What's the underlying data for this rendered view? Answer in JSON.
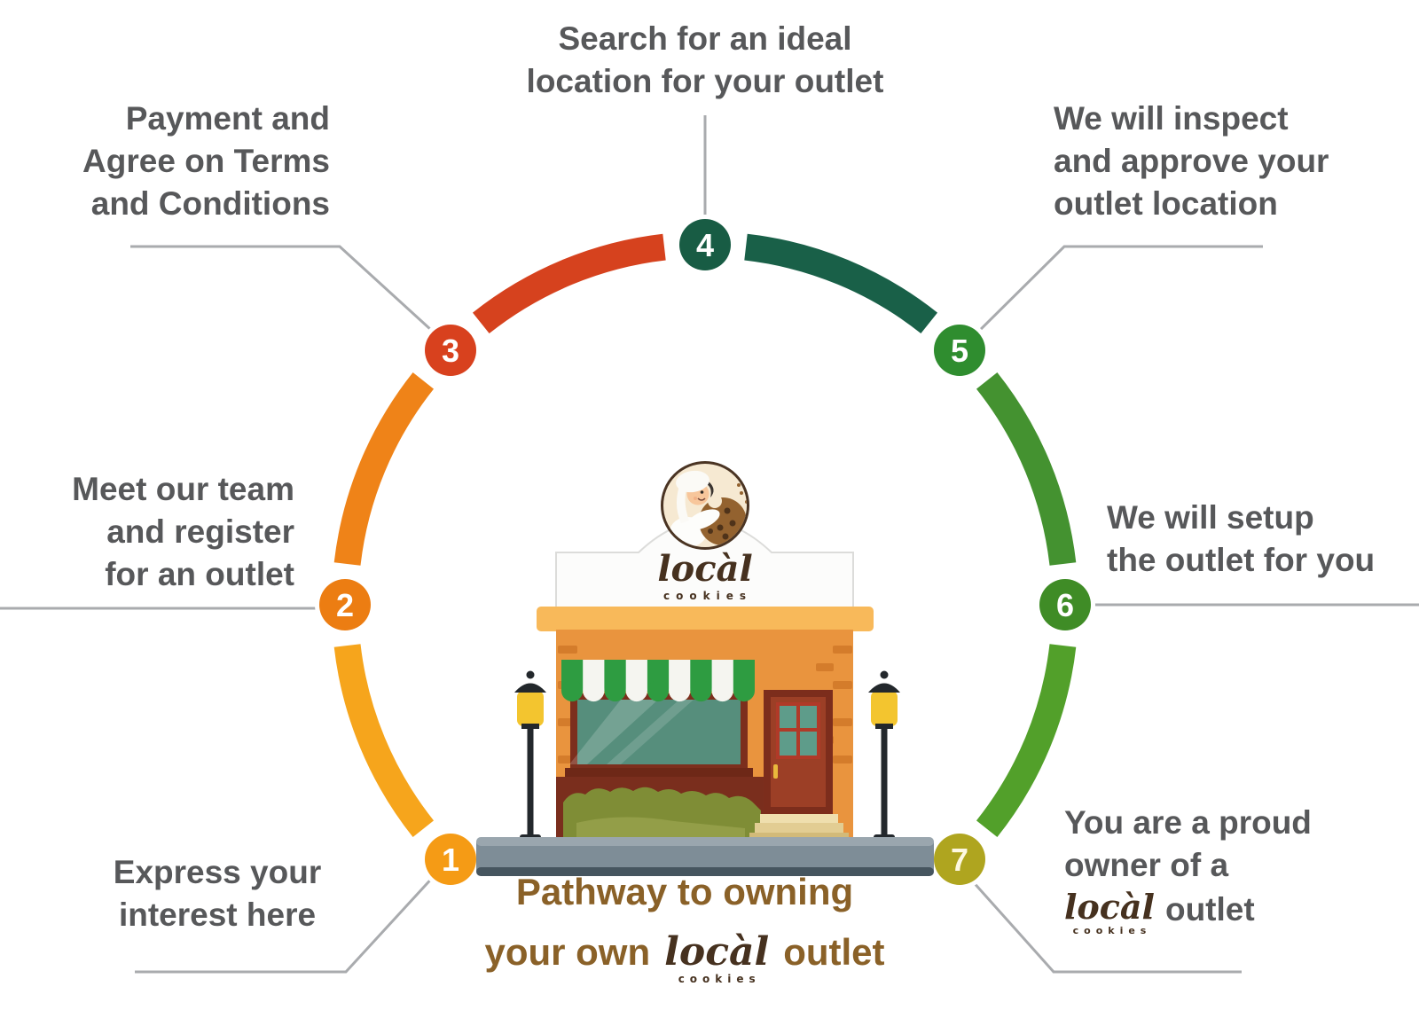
{
  "brand": {
    "name": "locàl",
    "wordmark_sub": "cookies"
  },
  "center": {
    "caption_line1": "Pathway to owning",
    "caption_line2_prefix": "your own",
    "caption_line2_suffix": "outlet"
  },
  "steps": [
    {
      "num": "1",
      "lines": [
        "Express your",
        "interest here"
      ],
      "node_color": "#F59B15"
    },
    {
      "num": "2",
      "lines": [
        "Meet our team",
        "and register",
        "for an outlet"
      ],
      "node_color": "#EC7D12"
    },
    {
      "num": "3",
      "lines": [
        "Payment and",
        "Agree on Terms",
        "and Conditions"
      ],
      "node_color": "#D8411E"
    },
    {
      "num": "4",
      "lines": [
        "Search for an ideal",
        "location for your outlet"
      ],
      "node_color": "#185C44"
    },
    {
      "num": "5",
      "lines": [
        "We will inspect",
        "and approve your",
        "outlet location"
      ],
      "node_color": "#2F8D2F"
    },
    {
      "num": "6",
      "lines": [
        "We will setup",
        "the outlet for you"
      ],
      "node_color": "#3F8C26"
    },
    {
      "num": "7",
      "lines": [
        "You are a proud",
        "owner of a"
      ],
      "suffix": "outlet",
      "node_color": "#AFA51F"
    }
  ],
  "ring": {
    "arc_colors": [
      "#F6A51C",
      "#EF8318",
      "#D6421E",
      "#196048",
      "#449230",
      "#52A02A"
    ]
  },
  "colors": {
    "label_text": "#57585A",
    "caption_text": "#8A6128",
    "connector": "#A9ABAE",
    "brand_brown": "#46311F"
  }
}
